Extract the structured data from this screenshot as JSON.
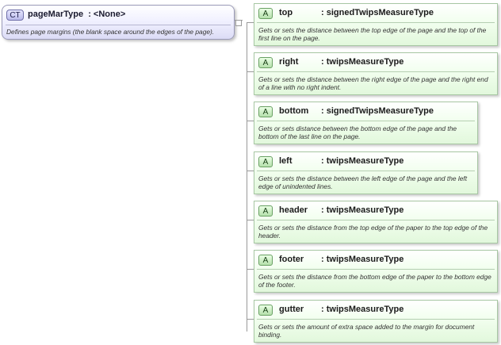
{
  "complex_type": {
    "badge": "CT",
    "title": "pageMarType  : <None>",
    "description": "Defines page margins (the blank space around the edges of the page)."
  },
  "attributes": [
    {
      "badge": "A",
      "name": "top",
      "type": ": signedTwipsMeasureType",
      "description": "Gets or sets the distance between the top edge of the page and the top of the first line on the page."
    },
    {
      "badge": "A",
      "name": "right",
      "type": ": twipsMeasureType",
      "description": "Gets or sets the distance between the right edge of the page and the right end of a line with no right indent."
    },
    {
      "badge": "A",
      "name": "bottom",
      "type": ": signedTwipsMeasureType",
      "description": "Gets or sets distance between the bottom edge of the page and the bottom of the last line on the page."
    },
    {
      "badge": "A",
      "name": "left",
      "type": ": twipsMeasureType",
      "description": "Gets or sets the distance between the left edge of the page and the left edge of unindented lines."
    },
    {
      "badge": "A",
      "name": "header",
      "type": ": twipsMeasureType",
      "description": "Gets or sets the distance from the top edge of the paper to the top edge of the header."
    },
    {
      "badge": "A",
      "name": "footer",
      "type": ": twipsMeasureType",
      "description": "Gets or sets the distance from the bottom edge of the paper to the bottom edge of the footer."
    },
    {
      "badge": "A",
      "name": "gutter",
      "type": ": twipsMeasureType",
      "description": "Gets or sets the amount of extra space added to the margin for document binding."
    }
  ]
}
